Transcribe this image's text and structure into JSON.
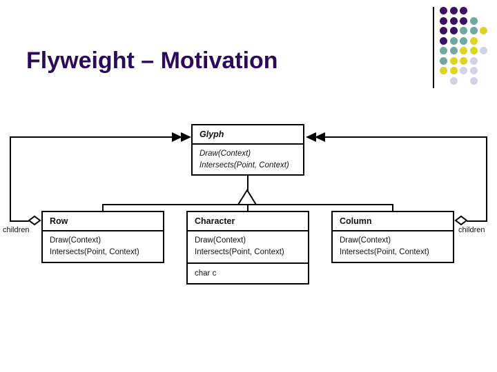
{
  "slide": {
    "title": "Flyweight – Motivation",
    "title_color": "#2B0A5C",
    "background": "#FFFFFF"
  },
  "decor": {
    "name": "dot-grid-decoration",
    "rule_color": "#000000",
    "colors": {
      "purple": "#3B1065",
      "teal": "#6FA8A0",
      "yellow": "#DDD420",
      "lavender": "#D3D3E8"
    },
    "dots": [
      {
        "col": 0,
        "row": 0,
        "color": "#3B1065"
      },
      {
        "col": 1,
        "row": 0,
        "color": "#3B1065"
      },
      {
        "col": 2,
        "row": 0,
        "color": "#3B1065"
      },
      {
        "col": 0,
        "row": 1,
        "color": "#3B1065"
      },
      {
        "col": 1,
        "row": 1,
        "color": "#3B1065"
      },
      {
        "col": 2,
        "row": 1,
        "color": "#3B1065"
      },
      {
        "col": 3,
        "row": 1,
        "color": "#6FA8A0"
      },
      {
        "col": 0,
        "row": 2,
        "color": "#3B1065"
      },
      {
        "col": 1,
        "row": 2,
        "color": "#3B1065"
      },
      {
        "col": 2,
        "row": 2,
        "color": "#6FA8A0"
      },
      {
        "col": 3,
        "row": 2,
        "color": "#6FA8A0"
      },
      {
        "col": 4,
        "row": 2,
        "color": "#DDD420"
      },
      {
        "col": 0,
        "row": 3,
        "color": "#3B1065"
      },
      {
        "col": 1,
        "row": 3,
        "color": "#6FA8A0"
      },
      {
        "col": 2,
        "row": 3,
        "color": "#6FA8A0"
      },
      {
        "col": 3,
        "row": 3,
        "color": "#DDD420"
      },
      {
        "col": 0,
        "row": 4,
        "color": "#6FA8A0"
      },
      {
        "col": 1,
        "row": 4,
        "color": "#6FA8A0"
      },
      {
        "col": 2,
        "row": 4,
        "color": "#DDD420"
      },
      {
        "col": 3,
        "row": 4,
        "color": "#DDD420"
      },
      {
        "col": 4,
        "row": 4,
        "color": "#D3D3E8"
      },
      {
        "col": 0,
        "row": 5,
        "color": "#6FA8A0"
      },
      {
        "col": 1,
        "row": 5,
        "color": "#DDD420"
      },
      {
        "col": 2,
        "row": 5,
        "color": "#DDD420"
      },
      {
        "col": 3,
        "row": 5,
        "color": "#D3D3E8"
      },
      {
        "col": 0,
        "row": 6,
        "color": "#DDD420"
      },
      {
        "col": 1,
        "row": 6,
        "color": "#DDD420"
      },
      {
        "col": 2,
        "row": 6,
        "color": "#D3D3E8"
      },
      {
        "col": 3,
        "row": 6,
        "color": "#D3D3E8"
      },
      {
        "col": 1,
        "row": 7,
        "color": "#D3D3E8"
      },
      {
        "col": 3,
        "row": 7,
        "color": "#D3D3E8"
      }
    ]
  },
  "diagram": {
    "type": "uml-class-diagram",
    "relations": {
      "generalization": "Glyph",
      "aggregation_label_left": "children",
      "aggregation_label_right": "children"
    },
    "classes": {
      "glyph": {
        "name": "Glyph",
        "abstract": true,
        "operations": [
          "Draw(Context)",
          "Intersects(Point, Context)"
        ]
      },
      "row": {
        "name": "Row",
        "abstract": false,
        "operations": [
          "Draw(Context)",
          "Intersects(Point, Context)"
        ]
      },
      "character": {
        "name": "Character",
        "abstract": false,
        "operations": [
          "Draw(Context)",
          "Intersects(Point, Context)"
        ],
        "attributes": [
          "char c"
        ]
      },
      "column": {
        "name": "Column",
        "abstract": false,
        "operations": [
          "Draw(Context)",
          "Intersects(Point, Context)"
        ]
      }
    }
  }
}
